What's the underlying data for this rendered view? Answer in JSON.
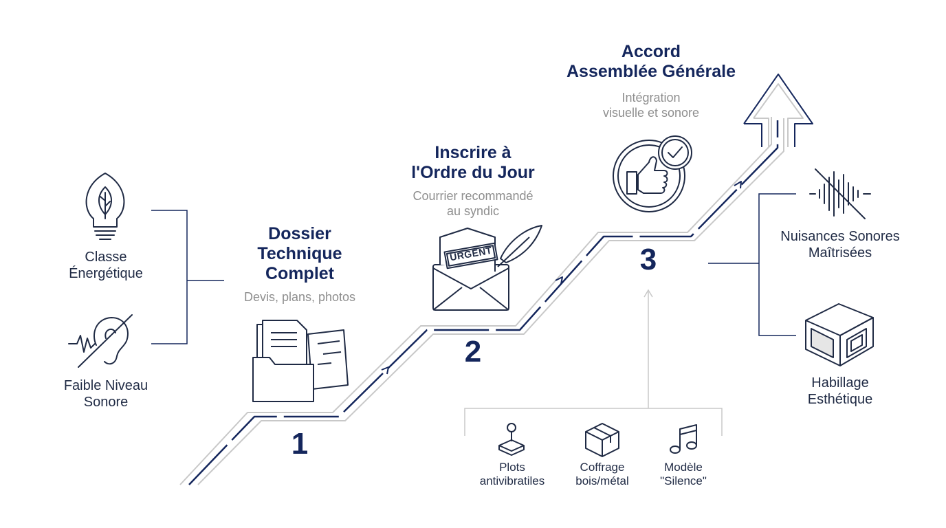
{
  "colors": {
    "navy": "#14265c",
    "grey_text": "#8e8e8e",
    "path_grey": "#c8c8c8"
  },
  "left": {
    "items": [
      {
        "label_lines": [
          "Classe",
          "Énergétique"
        ],
        "icon": "lightbulb-leaf-icon"
      },
      {
        "label_lines": [
          "Faible Niveau",
          "Sonore"
        ],
        "icon": "no-hearing-icon"
      }
    ]
  },
  "steps": [
    {
      "number": "1",
      "title_lines": [
        "Dossier",
        "Technique",
        "Complet"
      ],
      "subtitle_lines": [
        "Devis, plans, photos"
      ],
      "icon": "documents-folder-icon"
    },
    {
      "number": "2",
      "title_lines": [
        "Inscrire à",
        "l'Ordre du Jour"
      ],
      "subtitle_lines": [
        "Courrier recommandé",
        "au syndic"
      ],
      "icon": "urgent-envelope-icon",
      "stamp": "URGENT"
    },
    {
      "number": "3",
      "title_lines": [
        "Accord",
        "Assemblée Générale"
      ],
      "subtitle_lines": [
        "Intégration",
        "visuelle et sonore"
      ],
      "icon": "thumbs-up-check-icon"
    }
  ],
  "bottom_options": [
    {
      "label_lines": [
        "Plots",
        "antivibratiles"
      ],
      "icon": "vibration-mount-icon"
    },
    {
      "label_lines": [
        "Coffrage",
        "bois/métal"
      ],
      "icon": "box-icon"
    },
    {
      "label_lines": [
        "Modèle",
        "\"Silence\""
      ],
      "icon": "music-note-icon"
    }
  ],
  "right": {
    "items": [
      {
        "label_lines": [
          "Nuisances Sonores",
          "Maîtrisées"
        ],
        "icon": "muted-soundwave-icon"
      },
      {
        "label_lines": [
          "Habillage",
          "Esthétique"
        ],
        "icon": "cube-casing-icon"
      }
    ]
  }
}
